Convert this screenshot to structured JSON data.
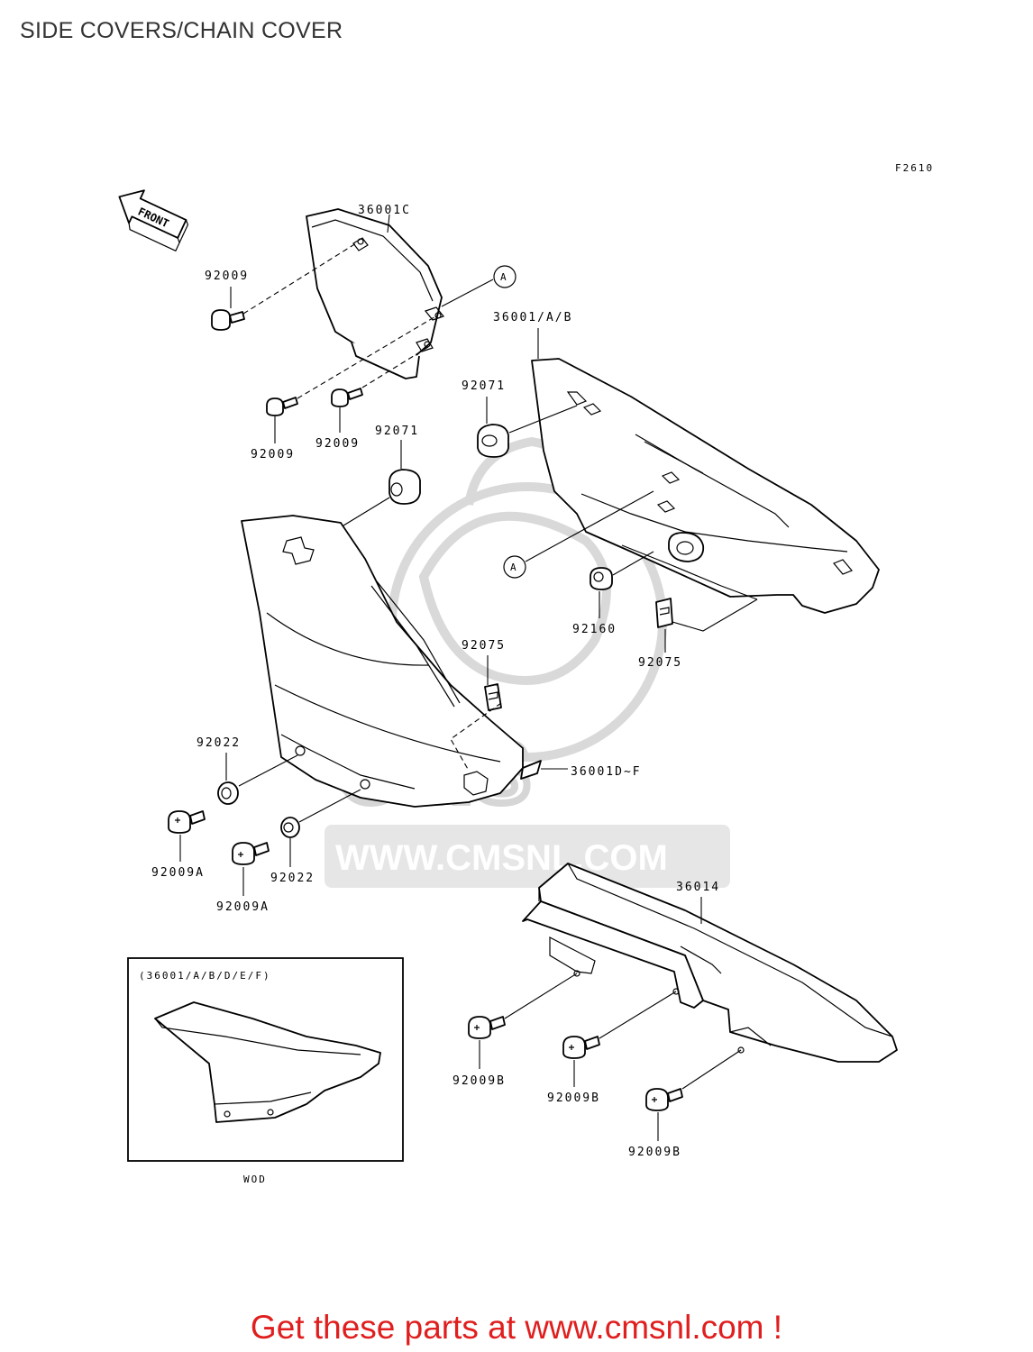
{
  "title": "SIDE COVERS/CHAIN COVER",
  "figure_code": "F2610",
  "front_label": "FRONT",
  "watermark_text": "WWW.CMSNL.COM",
  "watermark_logo": "CMS",
  "callout_label": "A",
  "parts": {
    "side_cover_c": "36001C",
    "side_cover_ab": "36001/A/B",
    "side_cover_df": "36001D~F",
    "chain_cover": "36014",
    "bolt_92009": "92009",
    "bolt_92009a": "92009A",
    "bolt_92009b": "92009B",
    "damper_92071": "92071",
    "clip_92075": "92075",
    "grommet_92160": "92160",
    "washer_92022": "92022"
  },
  "inset": {
    "caption": "(36001/A/B/D/E/F)",
    "label": "WOD"
  },
  "promo_text": "Get these parts at www.cmsnl.com !",
  "colors": {
    "promo": "#e01e1e",
    "line": "#000000",
    "watermark": "#d9d9d9"
  }
}
